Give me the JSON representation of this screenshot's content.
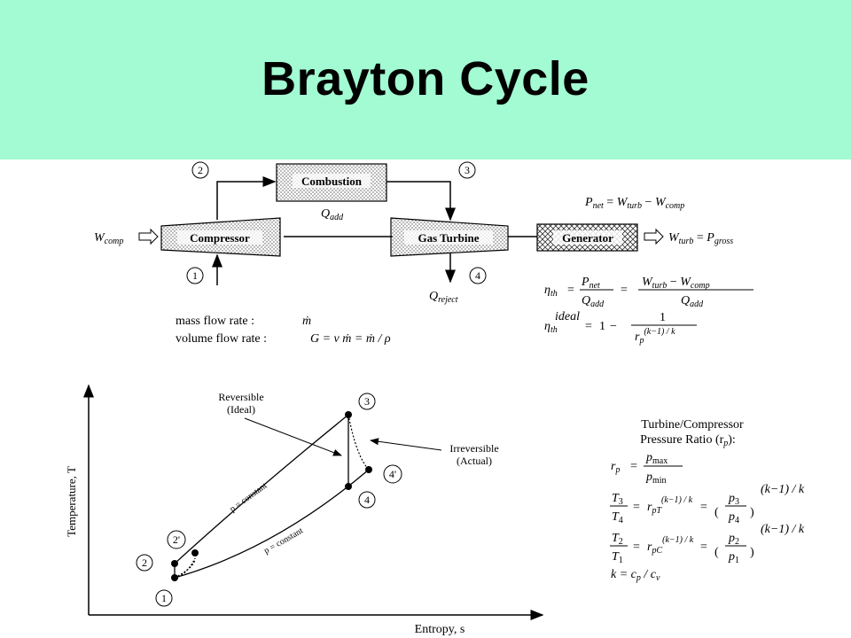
{
  "slide": {
    "title": "Brayton Cycle",
    "header_color": "#a2fbd2"
  },
  "schematic": {
    "combustion_label": "Combustion",
    "compressor_label": "Compressor",
    "turbine_label": "Gas Turbine",
    "generator_label": "Generator",
    "q_add": "Q",
    "q_add_sub": "add",
    "q_reject": "Q",
    "q_reject_sub": "reject",
    "w_comp": "W",
    "w_comp_sub": "comp",
    "state_1": "1",
    "state_2": "2",
    "state_3": "3",
    "state_4": "4",
    "mass_flow_label": "mass flow rate :",
    "mass_flow_symbol": "ṁ",
    "volume_flow_label": "volume flow rate :",
    "volume_flow_eq": "G = ν ṁ = ṁ / ρ"
  },
  "equations": {
    "pnet": "P",
    "pnet_sub": "net",
    "wturb": "W",
    "wturb_sub": "turb",
    "wcomp_sub": "comp",
    "pgross_sub": "gross",
    "eta": "η",
    "eta_sub": "th",
    "eta_sup": "ideal",
    "one": "1",
    "rp": "r",
    "rp_sub": "p",
    "rp_exp": "(k−1) / k"
  },
  "ts_diagram": {
    "y_axis": "Temperature, T",
    "x_axis": "Entropy, s",
    "reversible": "Reversible",
    "reversible_sub": "(Ideal)",
    "irreversible": "Irreversible",
    "irreversible_sub": "(Actual)",
    "p_const": "p = constant",
    "pt_1": "1",
    "pt_2": "2",
    "pt_2p": "2'",
    "pt_3": "3",
    "pt_4": "4",
    "pt_4p": "4'"
  },
  "pressure_ratio": {
    "heading1": "Turbine/Compressor",
    "heading2": "Pressure Ratio (r",
    "heading2_sub": "p",
    "heading2_end": "):",
    "pmax": "p",
    "pmax_sub": "max",
    "pmin_sub": "min",
    "t3": "T",
    "t3_sub": "3",
    "t4_sub": "4",
    "t2_sub": "2",
    "t1_sub": "1",
    "rpt_sub": "pT",
    "rpc_sub": "pC",
    "p3_sub": "3",
    "p4_sub": "4",
    "p2_sub": "2",
    "p1_sub": "1",
    "k_eq": "k = c",
    "cp_sub": "p",
    "cv": " / c",
    "cv_sub": "v"
  }
}
